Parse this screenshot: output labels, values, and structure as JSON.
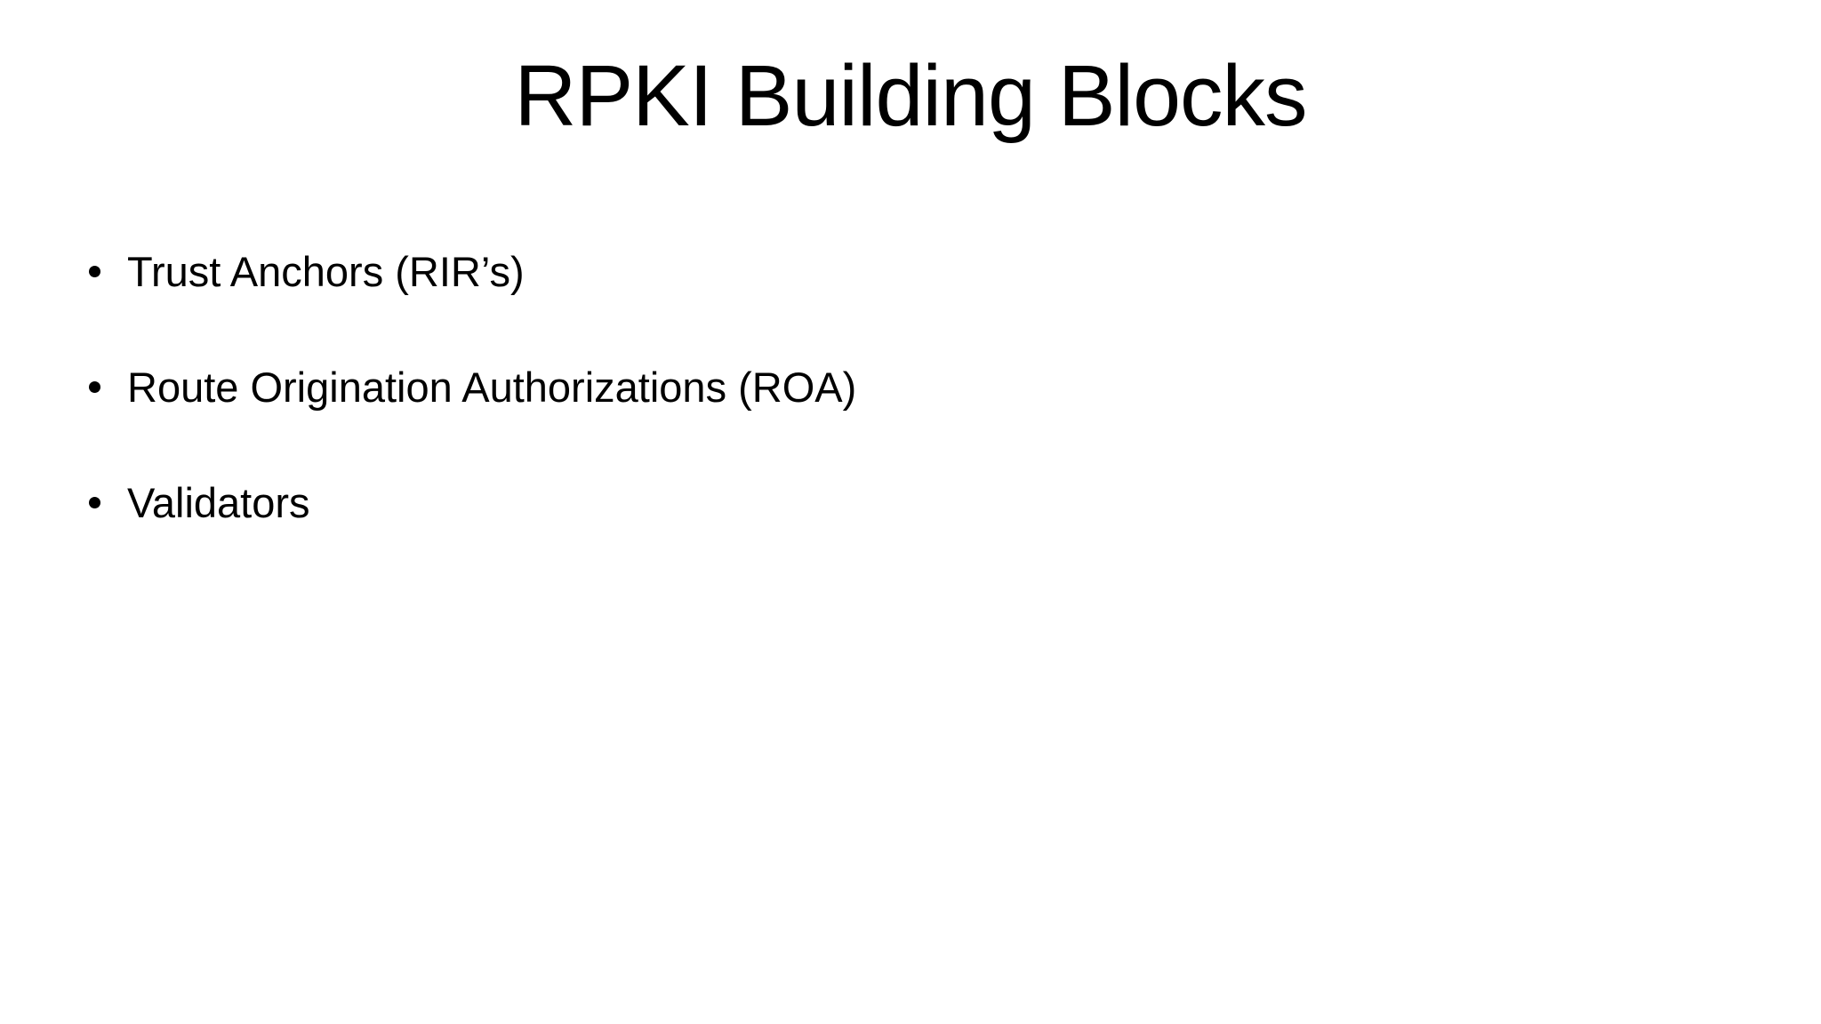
{
  "slide": {
    "title": "RPKI Building Blocks",
    "bullets": [
      {
        "label": "Trust Anchors (RIR’s)"
      },
      {
        "label": "Route Origination Authorizations (ROA)"
      },
      {
        "label": "Validators"
      }
    ],
    "icons": {
      "bullet-dot": "•"
    },
    "colors": {
      "background": "#ffffff",
      "text": "#000000"
    }
  }
}
